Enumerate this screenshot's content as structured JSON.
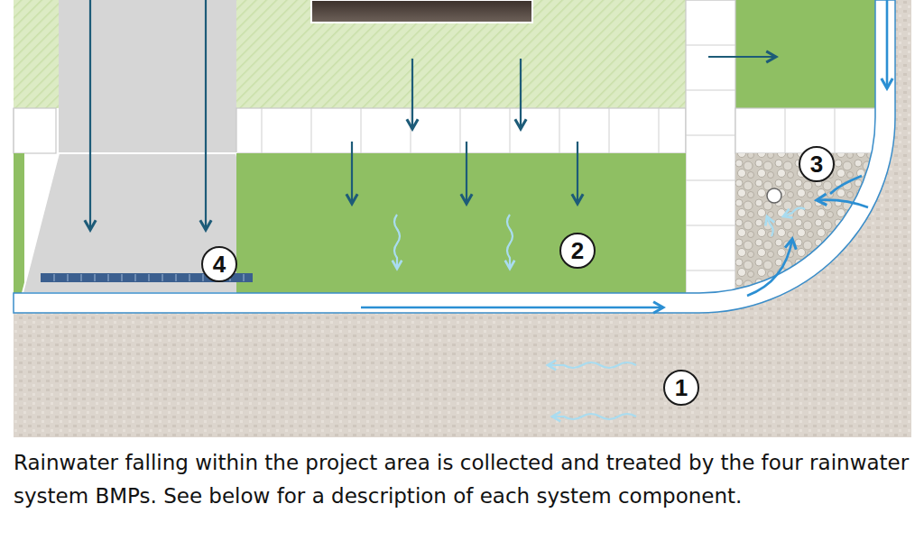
{
  "diagram": {
    "caption": "Rainwater falling within the project area is collected and treated by the four rainwater system BMPs. See below for a description of each system component.",
    "nodes": [
      {
        "text": [
          "3"
        ]
      },
      {
        "text": [
          "2"
        ]
      },
      {
        "text": [
          "4"
        ]
      },
      {
        "text": [
          "1"
        ]
      }
    ]
  }
}
